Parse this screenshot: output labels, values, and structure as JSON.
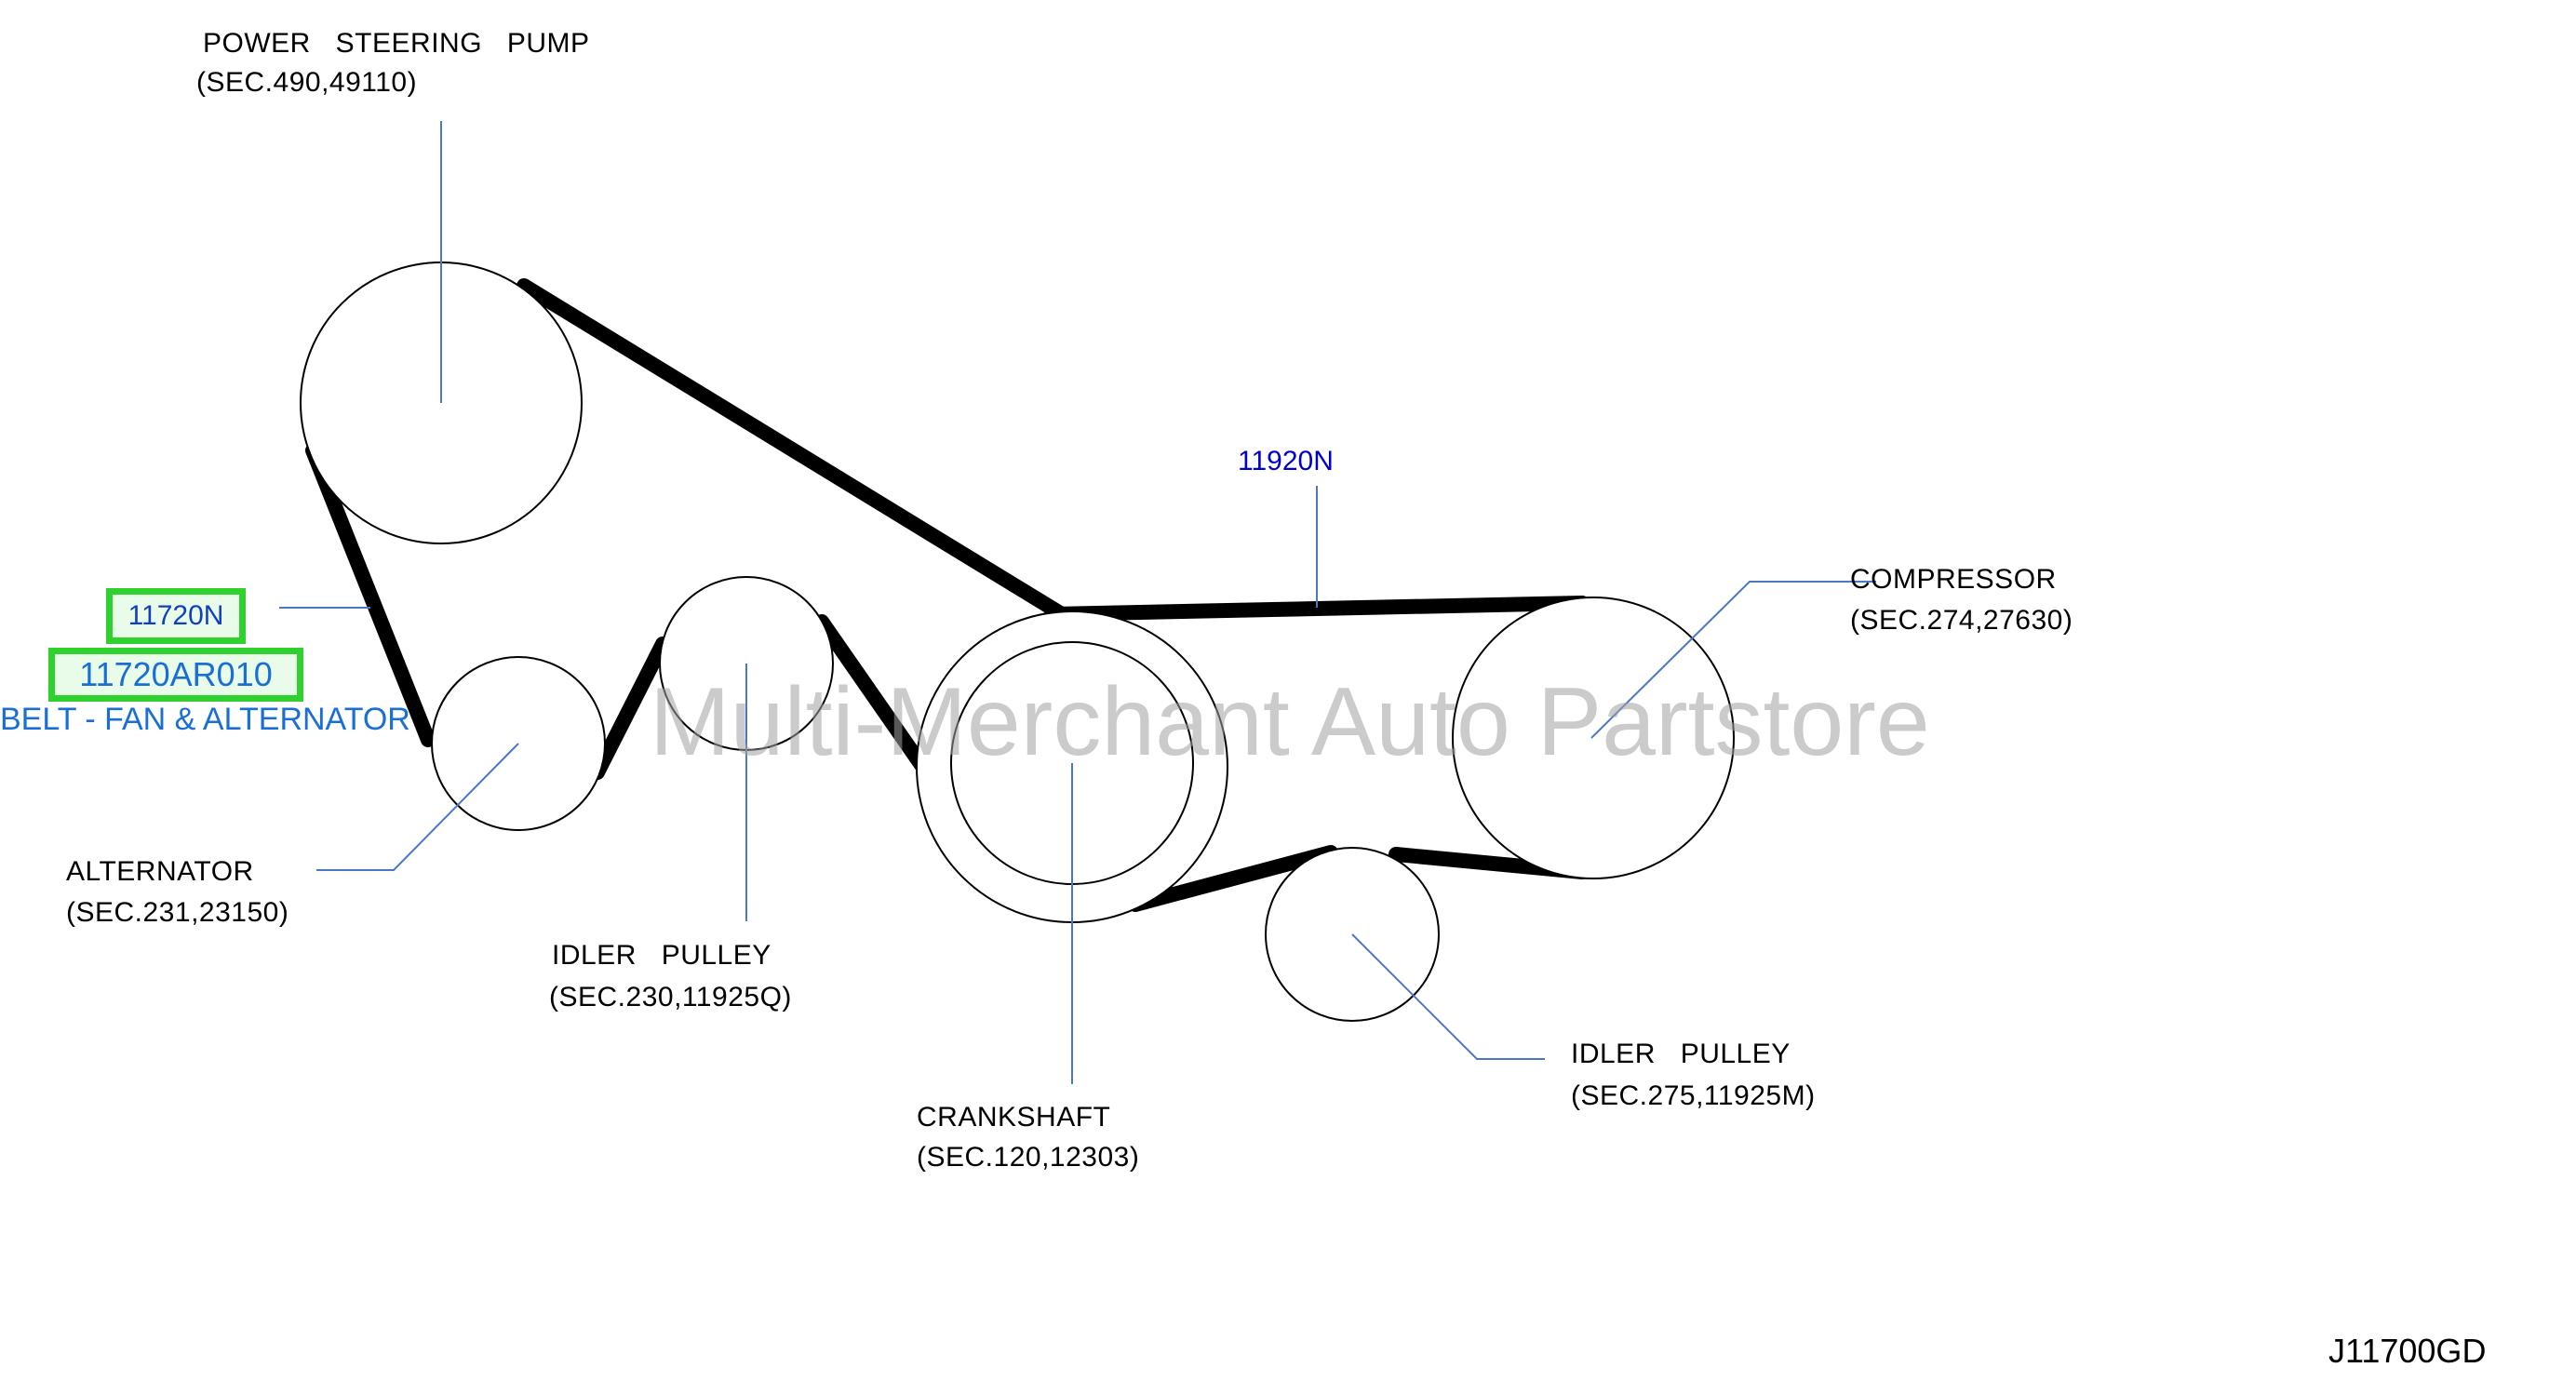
{
  "labels": {
    "power_steering_pump": "POWER STEERING PUMP",
    "power_steering_pump_sec": "(SEC.490,49110)",
    "compressor": "COMPRESSOR",
    "compressor_sec": "(SEC.274,27630)",
    "alternator": "ALTERNATOR",
    "alternator_sec": "(SEC.231,23150)",
    "idler_pulley_1": "IDLER PULLEY",
    "idler_pulley_1_sec": "(SEC.230,11925Q)",
    "crankshaft": "CRANKSHAFT",
    "crankshaft_sec": "(SEC.120,12303)",
    "idler_pulley_2": "IDLER PULLEY",
    "idler_pulley_2_sec": "(SEC.275,11925M)"
  },
  "parts": {
    "belt_11920n": "11920N",
    "belt_11720n": "11720N",
    "belt_11720ar010": "11720AR010",
    "belt_desc": "BELT - FAN & ALTERNATOR"
  },
  "diagram_code": "J11700GD",
  "watermark": "Multi-Merchant Auto Partstore",
  "colors": {
    "highlight_border": "#2fd12f",
    "part_number_link": "#1040c0",
    "leader_line": "#4a78c8",
    "belt": "#000000"
  }
}
